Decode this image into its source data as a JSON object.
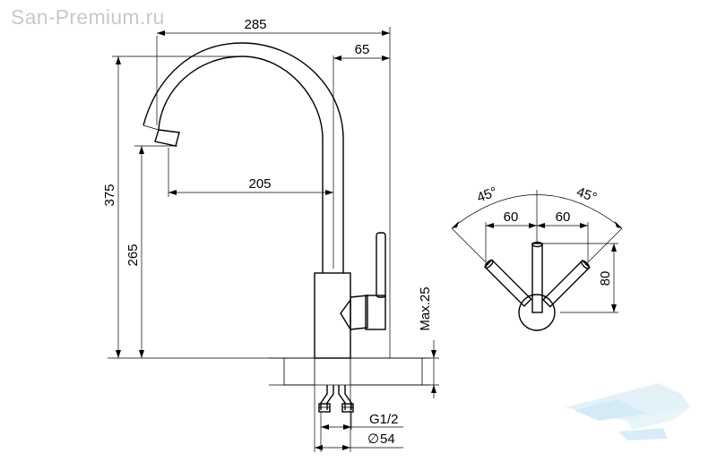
{
  "watermark": "San-Premium.ru",
  "dimensions": {
    "overall_width": "285",
    "spout_offset": "65",
    "spout_reach": "205",
    "total_height": "375",
    "spout_height": "265",
    "max_thickness": "Max.25",
    "connection": "G1/2",
    "base_diameter": "54",
    "diameter_symbol": "∅"
  },
  "handle_view": {
    "angle_left": "45°",
    "angle_right": "45°",
    "offset_left": "60",
    "offset_right": "60",
    "handle_height": "80"
  },
  "colors": {
    "line": "#000000",
    "watermark": "#c9c9c9",
    "logo": "#bfe3f2",
    "hatch": "#000000"
  }
}
